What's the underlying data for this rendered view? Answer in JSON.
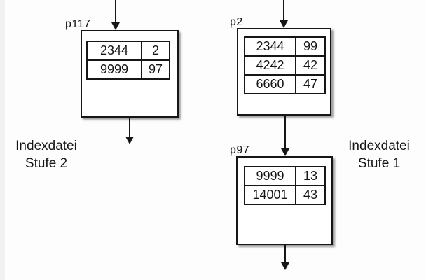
{
  "nodes": [
    {
      "label": "p117",
      "rows": [
        [
          "2344",
          "2"
        ],
        [
          "9999",
          "97"
        ]
      ]
    },
    {
      "label": "p2",
      "rows": [
        [
          "2344",
          "99"
        ],
        [
          "4242",
          "42"
        ],
        [
          "6660",
          "47"
        ]
      ]
    },
    {
      "label": "p97",
      "rows": [
        [
          "9999",
          "13"
        ],
        [
          "14001",
          "43"
        ]
      ]
    }
  ],
  "captions": {
    "left": {
      "line1": "Indexdatei",
      "line2": "Stufe 2"
    },
    "right": {
      "line1": "Indexdatei",
      "line2": "Stufe 1"
    }
  },
  "colors": {
    "ink": "#161616",
    "background": "#fdfdfd",
    "box_fill": "#ffffff",
    "shadow": "rgba(0,0,0,0.40)"
  }
}
